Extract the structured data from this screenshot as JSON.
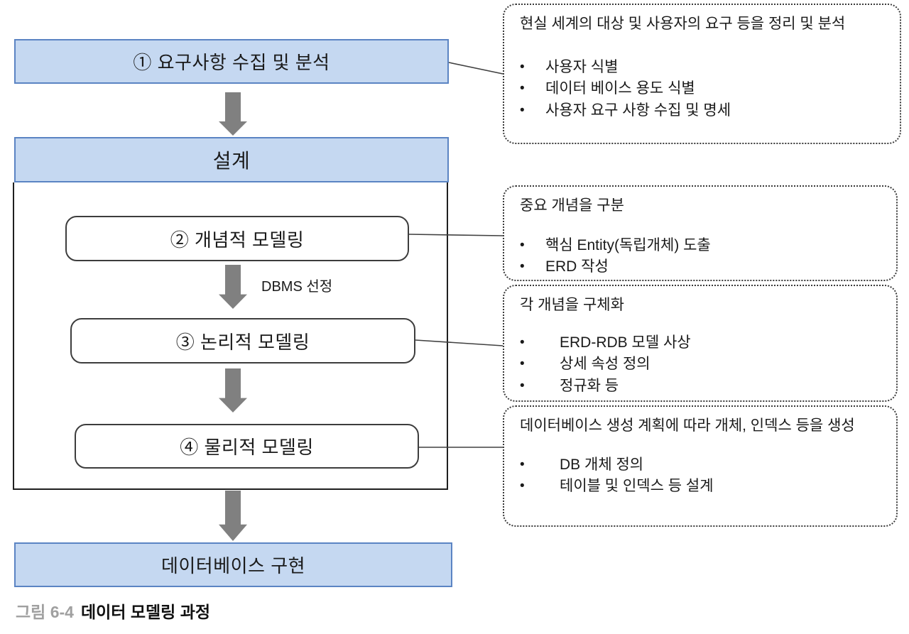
{
  "figure": {
    "caption_label": "그림 6-4",
    "caption_title": "데이터 모델링 과정"
  },
  "flow": {
    "step1_label": "① 요구사항 수집 및 분석",
    "design_header_label": "설계",
    "step2_label": "② 개념적 모델링",
    "dbms_note": "DBMS 선정",
    "step3_label": "③ 논리적 모델링",
    "step4_label": "④ 물리적 모델링",
    "implementation_label": "데이터베이스 구현"
  },
  "annotations": [
    {
      "title": "현실 세계의 대상 및 사용자의 요구 등을 정리 및 분석",
      "bullets": [
        "사용자 식별",
        "데이터 베이스 용도 식별",
        "사용자 요구 사항 수집 및 명세"
      ]
    },
    {
      "title": "중요 개념을 구분",
      "bullets": [
        "핵심 Entity(독립개체) 도출",
        "ERD 작성"
      ]
    },
    {
      "title": "각 개념을 구체화",
      "bullets": [
        "ERD-RDB 모델 사상",
        "상세 속성 정의",
        "정규화 등"
      ]
    },
    {
      "title": "데이터베이스 생성 계획에 따라 개체, 인덱스 등을 생성",
      "bullets": [
        "DB 개체 정의",
        "테이블 및 인덱스 등 설계"
      ]
    }
  ],
  "glyphs": {
    "bullet": "•"
  },
  "icons": {
    "flow_arrow": "down-block-arrow-icon"
  },
  "colors": {
    "process_box_fill": "#c5d8f1",
    "process_box_border": "#5b84c3",
    "flow_arrow": "#808080",
    "container_border": "#1f1f1f",
    "rounded_box_border": "#3d3d3d",
    "note_border": "#3a3a3a",
    "connector_line": "#404040",
    "caption_label_color": "#a0a0a0"
  }
}
